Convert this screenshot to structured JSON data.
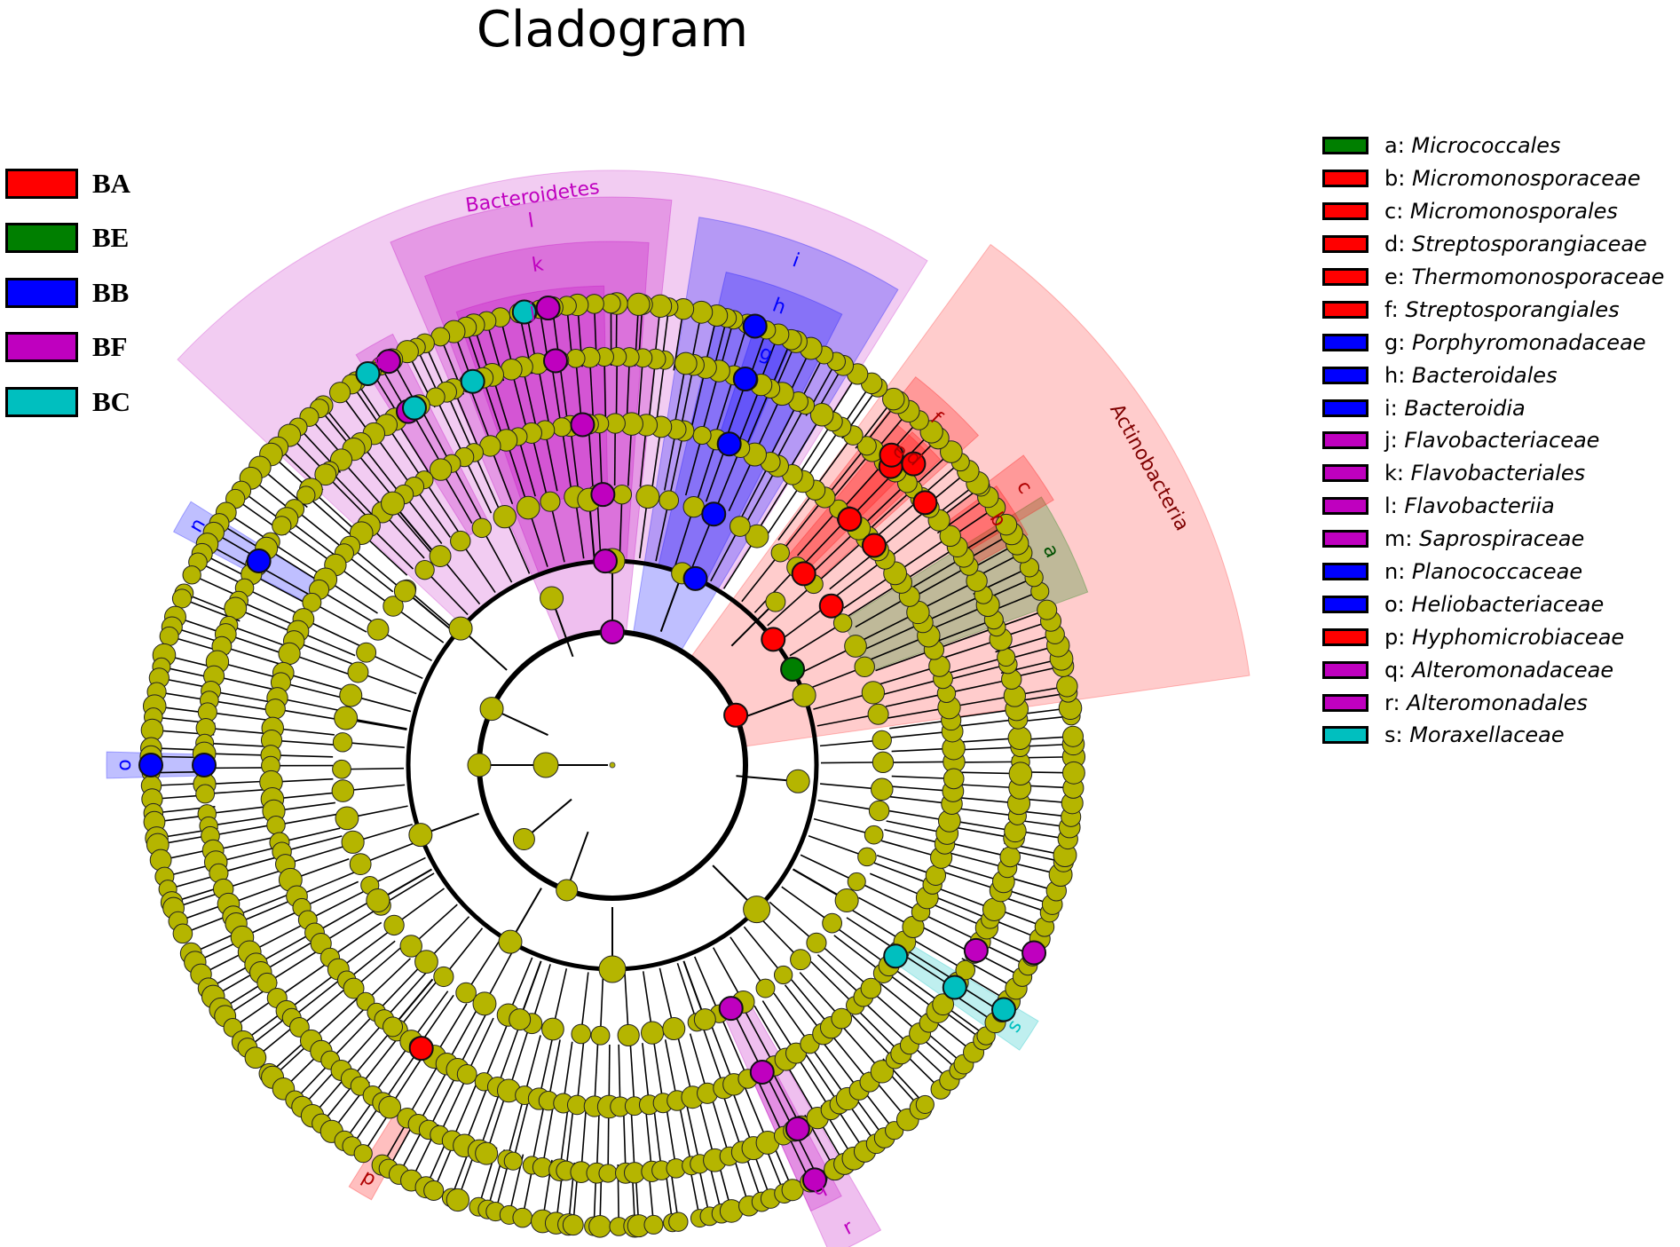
{
  "title": "Cladogram",
  "colors": {
    "BA": "#ff0000",
    "BE": "#007f00",
    "BB": "#0000ff",
    "BF": "#bf00bf",
    "BC": "#00bfbf",
    "node_default": "#b5b500",
    "line": "#000000"
  },
  "groups": [
    {
      "name": "BA",
      "color": "#ff0000"
    },
    {
      "name": "BE",
      "color": "#007f00"
    },
    {
      "name": "BB",
      "color": "#0000ff"
    },
    {
      "name": "BF",
      "color": "#bf00bf"
    },
    {
      "name": "BC",
      "color": "#00bfbf"
    }
  ],
  "clades": [
    {
      "key": "a:",
      "name": "Micrococcales",
      "group": "BE"
    },
    {
      "key": "b:",
      "name": "Micromonosporaceae",
      "group": "BA"
    },
    {
      "key": "c:",
      "name": "Micromonosporales",
      "group": "BA"
    },
    {
      "key": "d:",
      "name": "Streptosporangiaceae",
      "group": "BA"
    },
    {
      "key": "e:",
      "name": "Thermomonosporaceae",
      "group": "BA"
    },
    {
      "key": "f:",
      "name": "Streptosporangiales",
      "group": "BA"
    },
    {
      "key": "g:",
      "name": "Porphyromonadaceae",
      "group": "BB"
    },
    {
      "key": "h:",
      "name": "Bacteroidales",
      "group": "BB"
    },
    {
      "key": "i:",
      "name": "Bacteroidia",
      "group": "BB"
    },
    {
      "key": "j:",
      "name": "Flavobacteriaceae",
      "group": "BF"
    },
    {
      "key": "k:",
      "name": "Flavobacteriales",
      "group": "BF"
    },
    {
      "key": "l:",
      "name": "Flavobacteriia",
      "group": "BF"
    },
    {
      "key": "m:",
      "name": "Saprospiraceae",
      "group": "BF"
    },
    {
      "key": "n:",
      "name": "Planococcaceae",
      "group": "BB"
    },
    {
      "key": "o:",
      "name": "Heliobacteriaceae",
      "group": "BB"
    },
    {
      "key": "p:",
      "name": "Hyphomicrobiaceae",
      "group": "BA"
    },
    {
      "key": "q:",
      "name": "Alteromonadaceae",
      "group": "BF"
    },
    {
      "key": "r:",
      "name": "Alteromonadales",
      "group": "BF"
    },
    {
      "key": "s:",
      "name": "Moraxellaceae",
      "group": "BC"
    }
  ],
  "phyla": [
    {
      "name": "Bacteroidetes",
      "group": "BF"
    },
    {
      "name": "Actinobacteria",
      "group": "BA"
    }
  ],
  "clade_labels": [
    "a",
    "b",
    "c",
    "d",
    "e",
    "f",
    "g",
    "h",
    "i",
    "j",
    "k",
    "l",
    "m",
    "n",
    "o",
    "p",
    "q",
    "r",
    "s"
  ]
}
